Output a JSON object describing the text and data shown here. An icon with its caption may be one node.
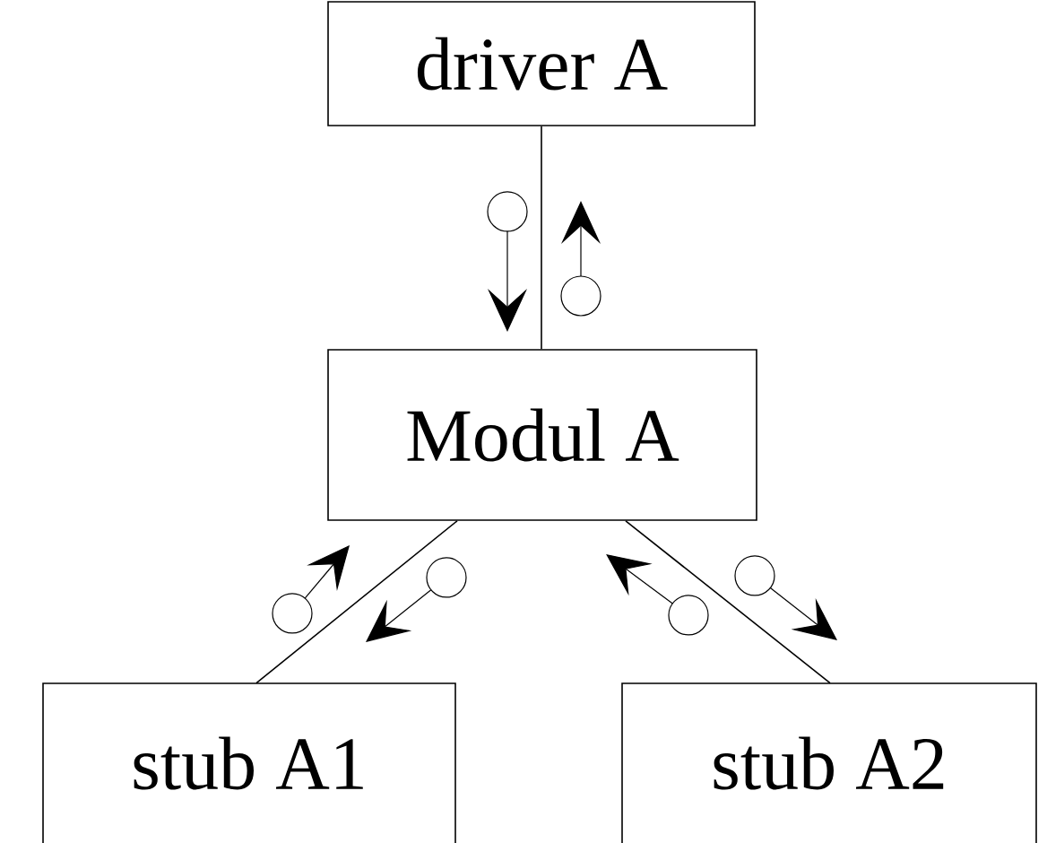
{
  "diagram": {
    "nodes": [
      {
        "text": [
          "driver A"
        ]
      },
      {
        "text": [
          "Modul A"
        ]
      },
      {
        "text": [
          "stub A1"
        ]
      },
      {
        "text": [
          "stub A2"
        ]
      }
    ],
    "edges": [
      {
        "from": 0,
        "to": 1,
        "arrow": "none"
      },
      {
        "from": 1,
        "to": 2,
        "arrow": "none"
      },
      {
        "from": 1,
        "to": 3,
        "arrow": "none"
      }
    ]
  }
}
